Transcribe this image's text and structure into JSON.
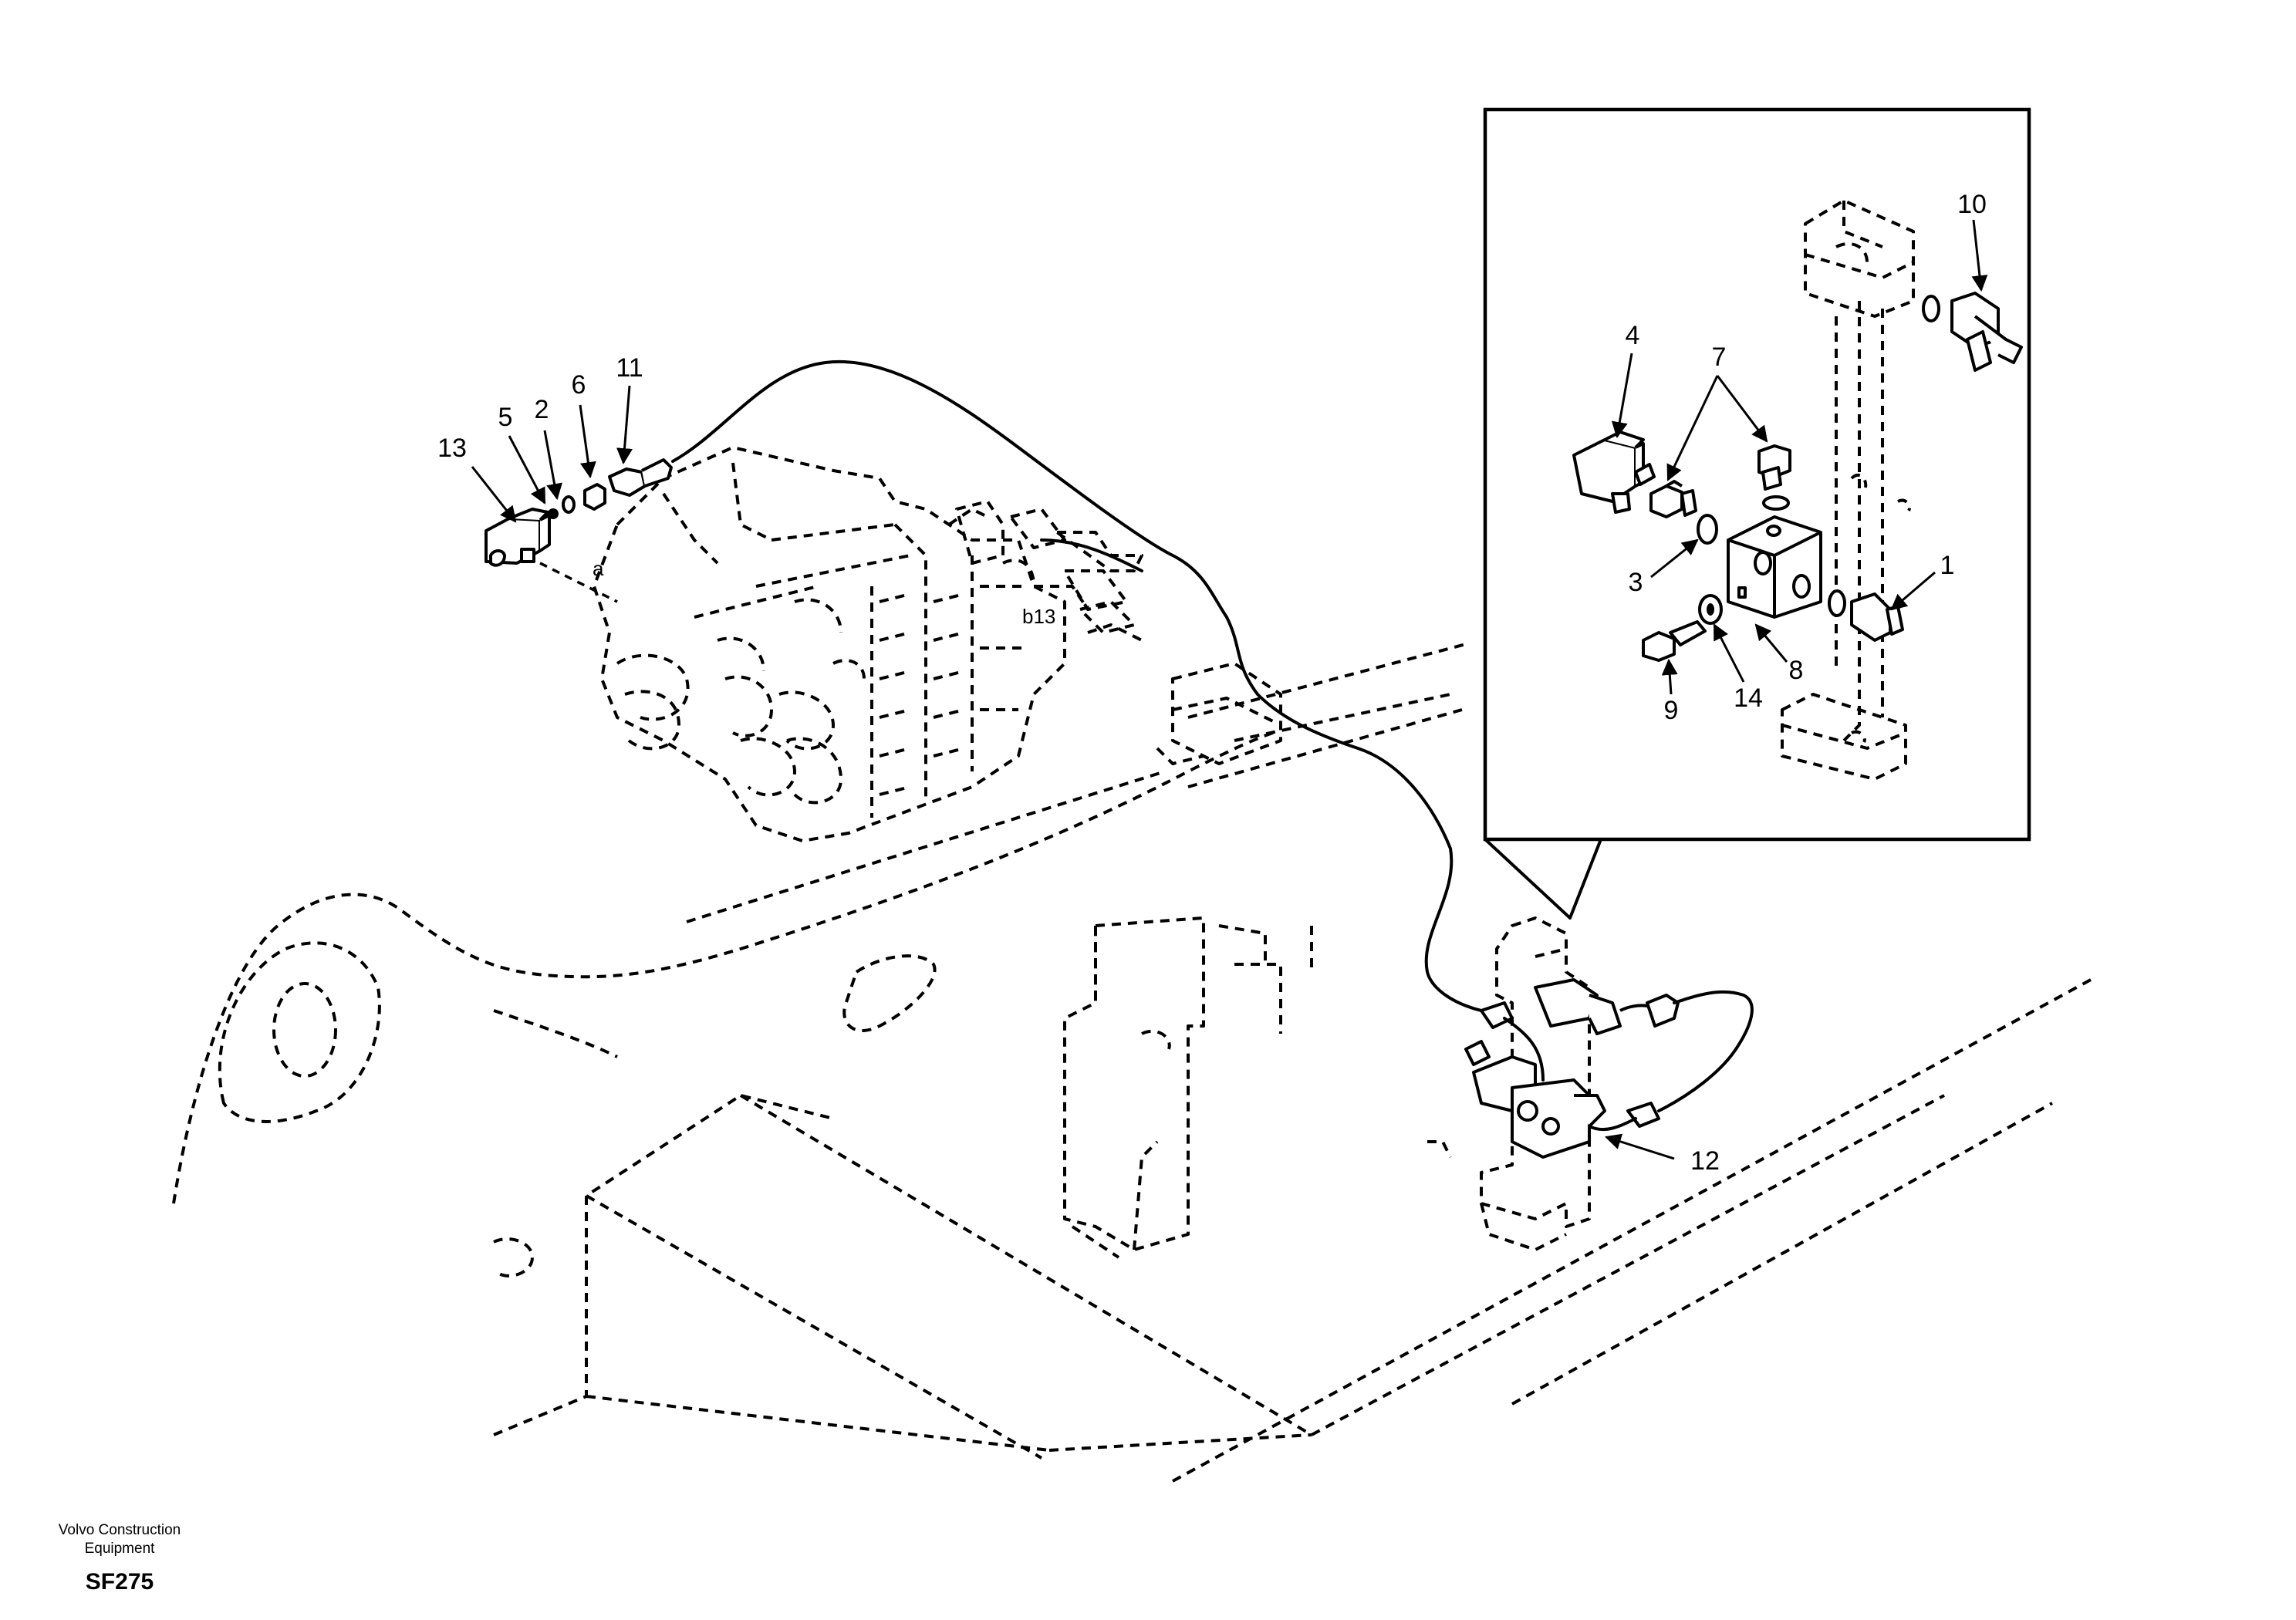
{
  "footer": {
    "company_line1": "Volvo Construction",
    "company_line2": "Equipment",
    "diagram_code": "SF275"
  },
  "callouts": {
    "c1": "1",
    "c2": "2",
    "c3": "3",
    "c4": "4",
    "c5": "5",
    "c6": "6",
    "c7": "7",
    "c8": "8",
    "c9": "9",
    "c10": "10",
    "c11": "11",
    "c12": "12",
    "c13": "13",
    "c14": "14"
  },
  "port_labels": {
    "port_a": "a",
    "port_b13": "b13"
  }
}
